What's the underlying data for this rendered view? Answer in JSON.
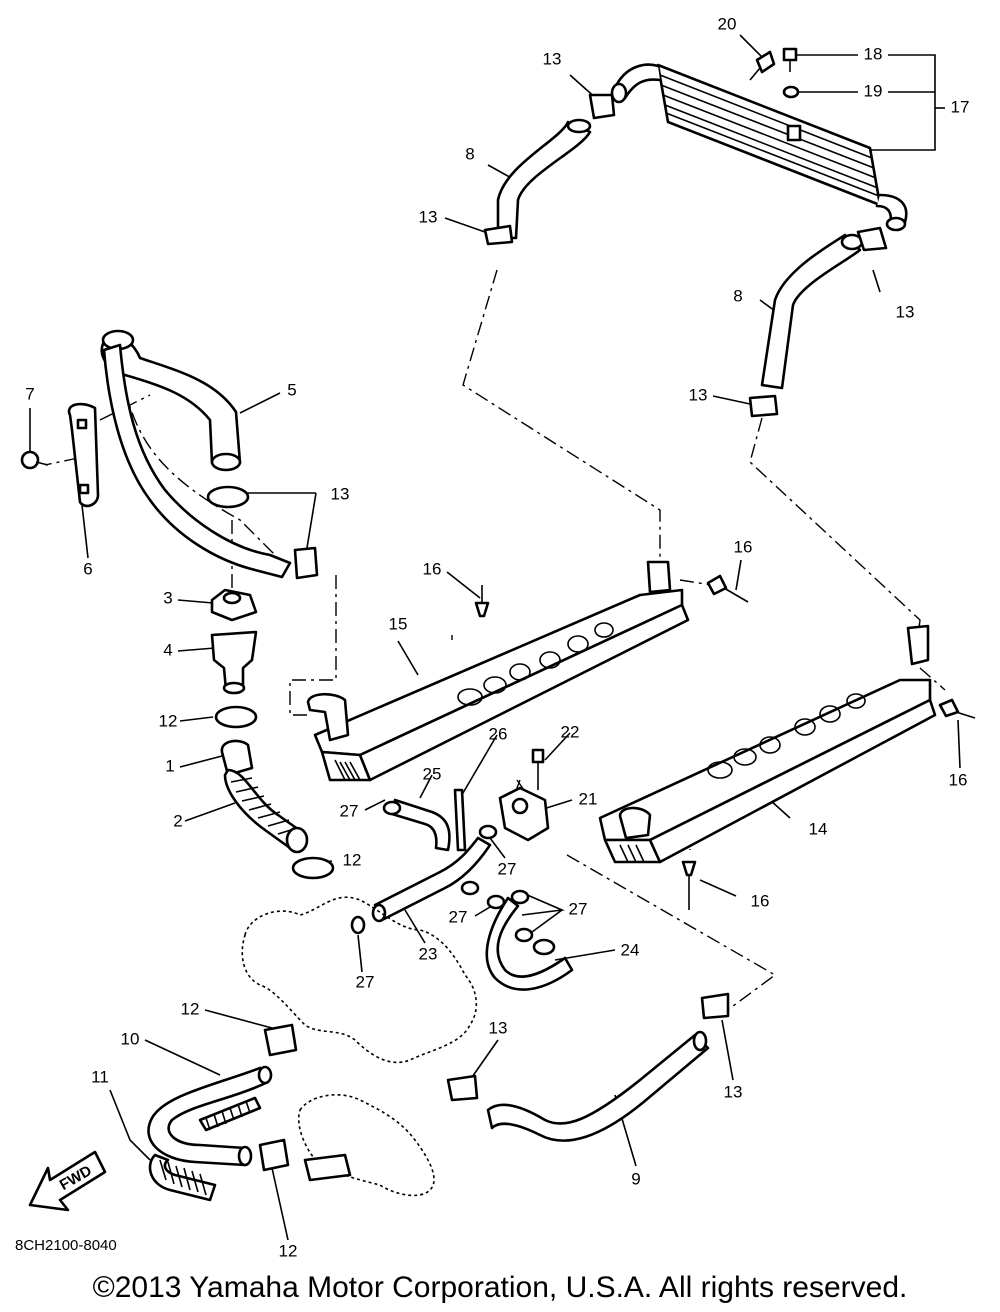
{
  "diagram": {
    "code": "8CH2100-8040",
    "fwd_label": "FWD",
    "labels": [
      {
        "id": "20a",
        "text": "20"
      },
      {
        "id": "18a",
        "text": "18"
      },
      {
        "id": "19a",
        "text": "19"
      },
      {
        "id": "17a",
        "text": "17"
      },
      {
        "id": "13a",
        "text": "13"
      },
      {
        "id": "8a",
        "text": "8"
      },
      {
        "id": "13b",
        "text": "13"
      },
      {
        "id": "13c",
        "text": "13"
      },
      {
        "id": "8b",
        "text": "8"
      },
      {
        "id": "13d",
        "text": "13"
      },
      {
        "id": "7a",
        "text": "7"
      },
      {
        "id": "5a",
        "text": "5"
      },
      {
        "id": "13e",
        "text": "13"
      },
      {
        "id": "6a",
        "text": "6"
      },
      {
        "id": "3a",
        "text": "3"
      },
      {
        "id": "4a",
        "text": "4"
      },
      {
        "id": "12a",
        "text": "12"
      },
      {
        "id": "1a",
        "text": "1"
      },
      {
        "id": "2a",
        "text": "2"
      },
      {
        "id": "12b",
        "text": "12"
      },
      {
        "id": "16a",
        "text": "16"
      },
      {
        "id": "16b",
        "text": "16"
      },
      {
        "id": "15a",
        "text": "15"
      },
      {
        "id": "16c",
        "text": "16"
      },
      {
        "id": "14a",
        "text": "14"
      },
      {
        "id": "16d",
        "text": "16"
      },
      {
        "id": "22a",
        "text": "22"
      },
      {
        "id": "26a",
        "text": "26"
      },
      {
        "id": "25a",
        "text": "25"
      },
      {
        "id": "21a",
        "text": "21"
      },
      {
        "id": "27a",
        "text": "27"
      },
      {
        "id": "27b",
        "text": "27"
      },
      {
        "id": "27c",
        "text": "27"
      },
      {
        "id": "27d",
        "text": "27"
      },
      {
        "id": "27e",
        "text": "27"
      },
      {
        "id": "23a",
        "text": "23"
      },
      {
        "id": "24a",
        "text": "24"
      },
      {
        "id": "12c",
        "text": "12"
      },
      {
        "id": "10a",
        "text": "10"
      },
      {
        "id": "11a",
        "text": "11"
      },
      {
        "id": "12d",
        "text": "12"
      },
      {
        "id": "13f",
        "text": "13"
      },
      {
        "id": "13g",
        "text": "13"
      },
      {
        "id": "9a",
        "text": "9"
      }
    ]
  },
  "footer": {
    "copyright": "©2013 Yamaha Motor Corporation, U.S.A. All rights reserved."
  }
}
